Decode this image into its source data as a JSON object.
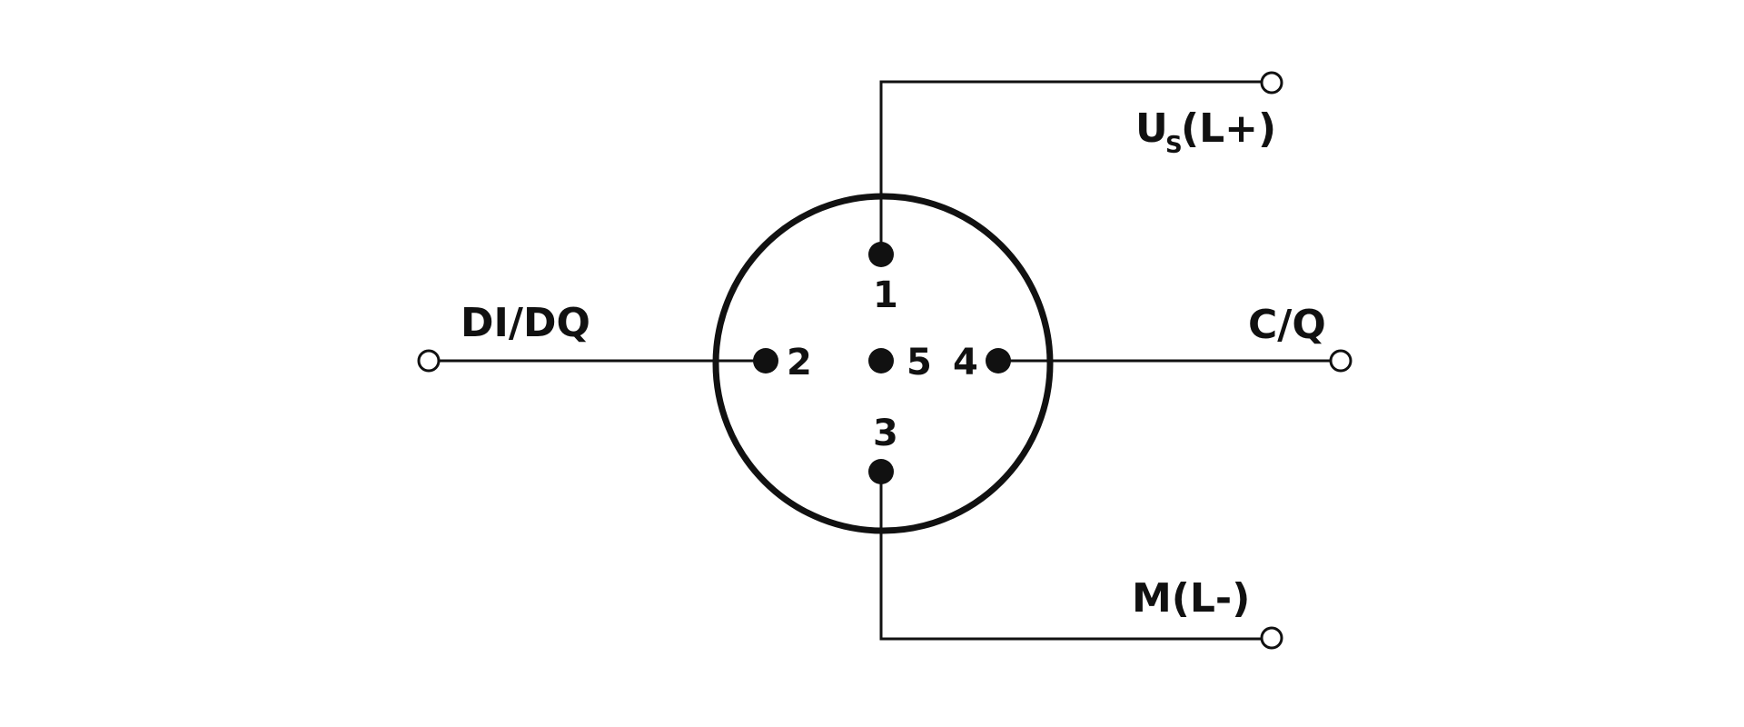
{
  "connector": {
    "pins": [
      {
        "number": "1"
      },
      {
        "number": "2"
      },
      {
        "number": "3"
      },
      {
        "number": "4"
      },
      {
        "number": "5"
      }
    ],
    "signals": {
      "us": {
        "main": "U",
        "sub": "S",
        "suffix": "(L+)"
      },
      "di_dq": {
        "text": "DI/DQ"
      },
      "c_q": {
        "text": "C/Q"
      },
      "m": {
        "text": "M(L-)"
      }
    }
  },
  "colors": {
    "line": "#111111",
    "background": "#ffffff"
  }
}
